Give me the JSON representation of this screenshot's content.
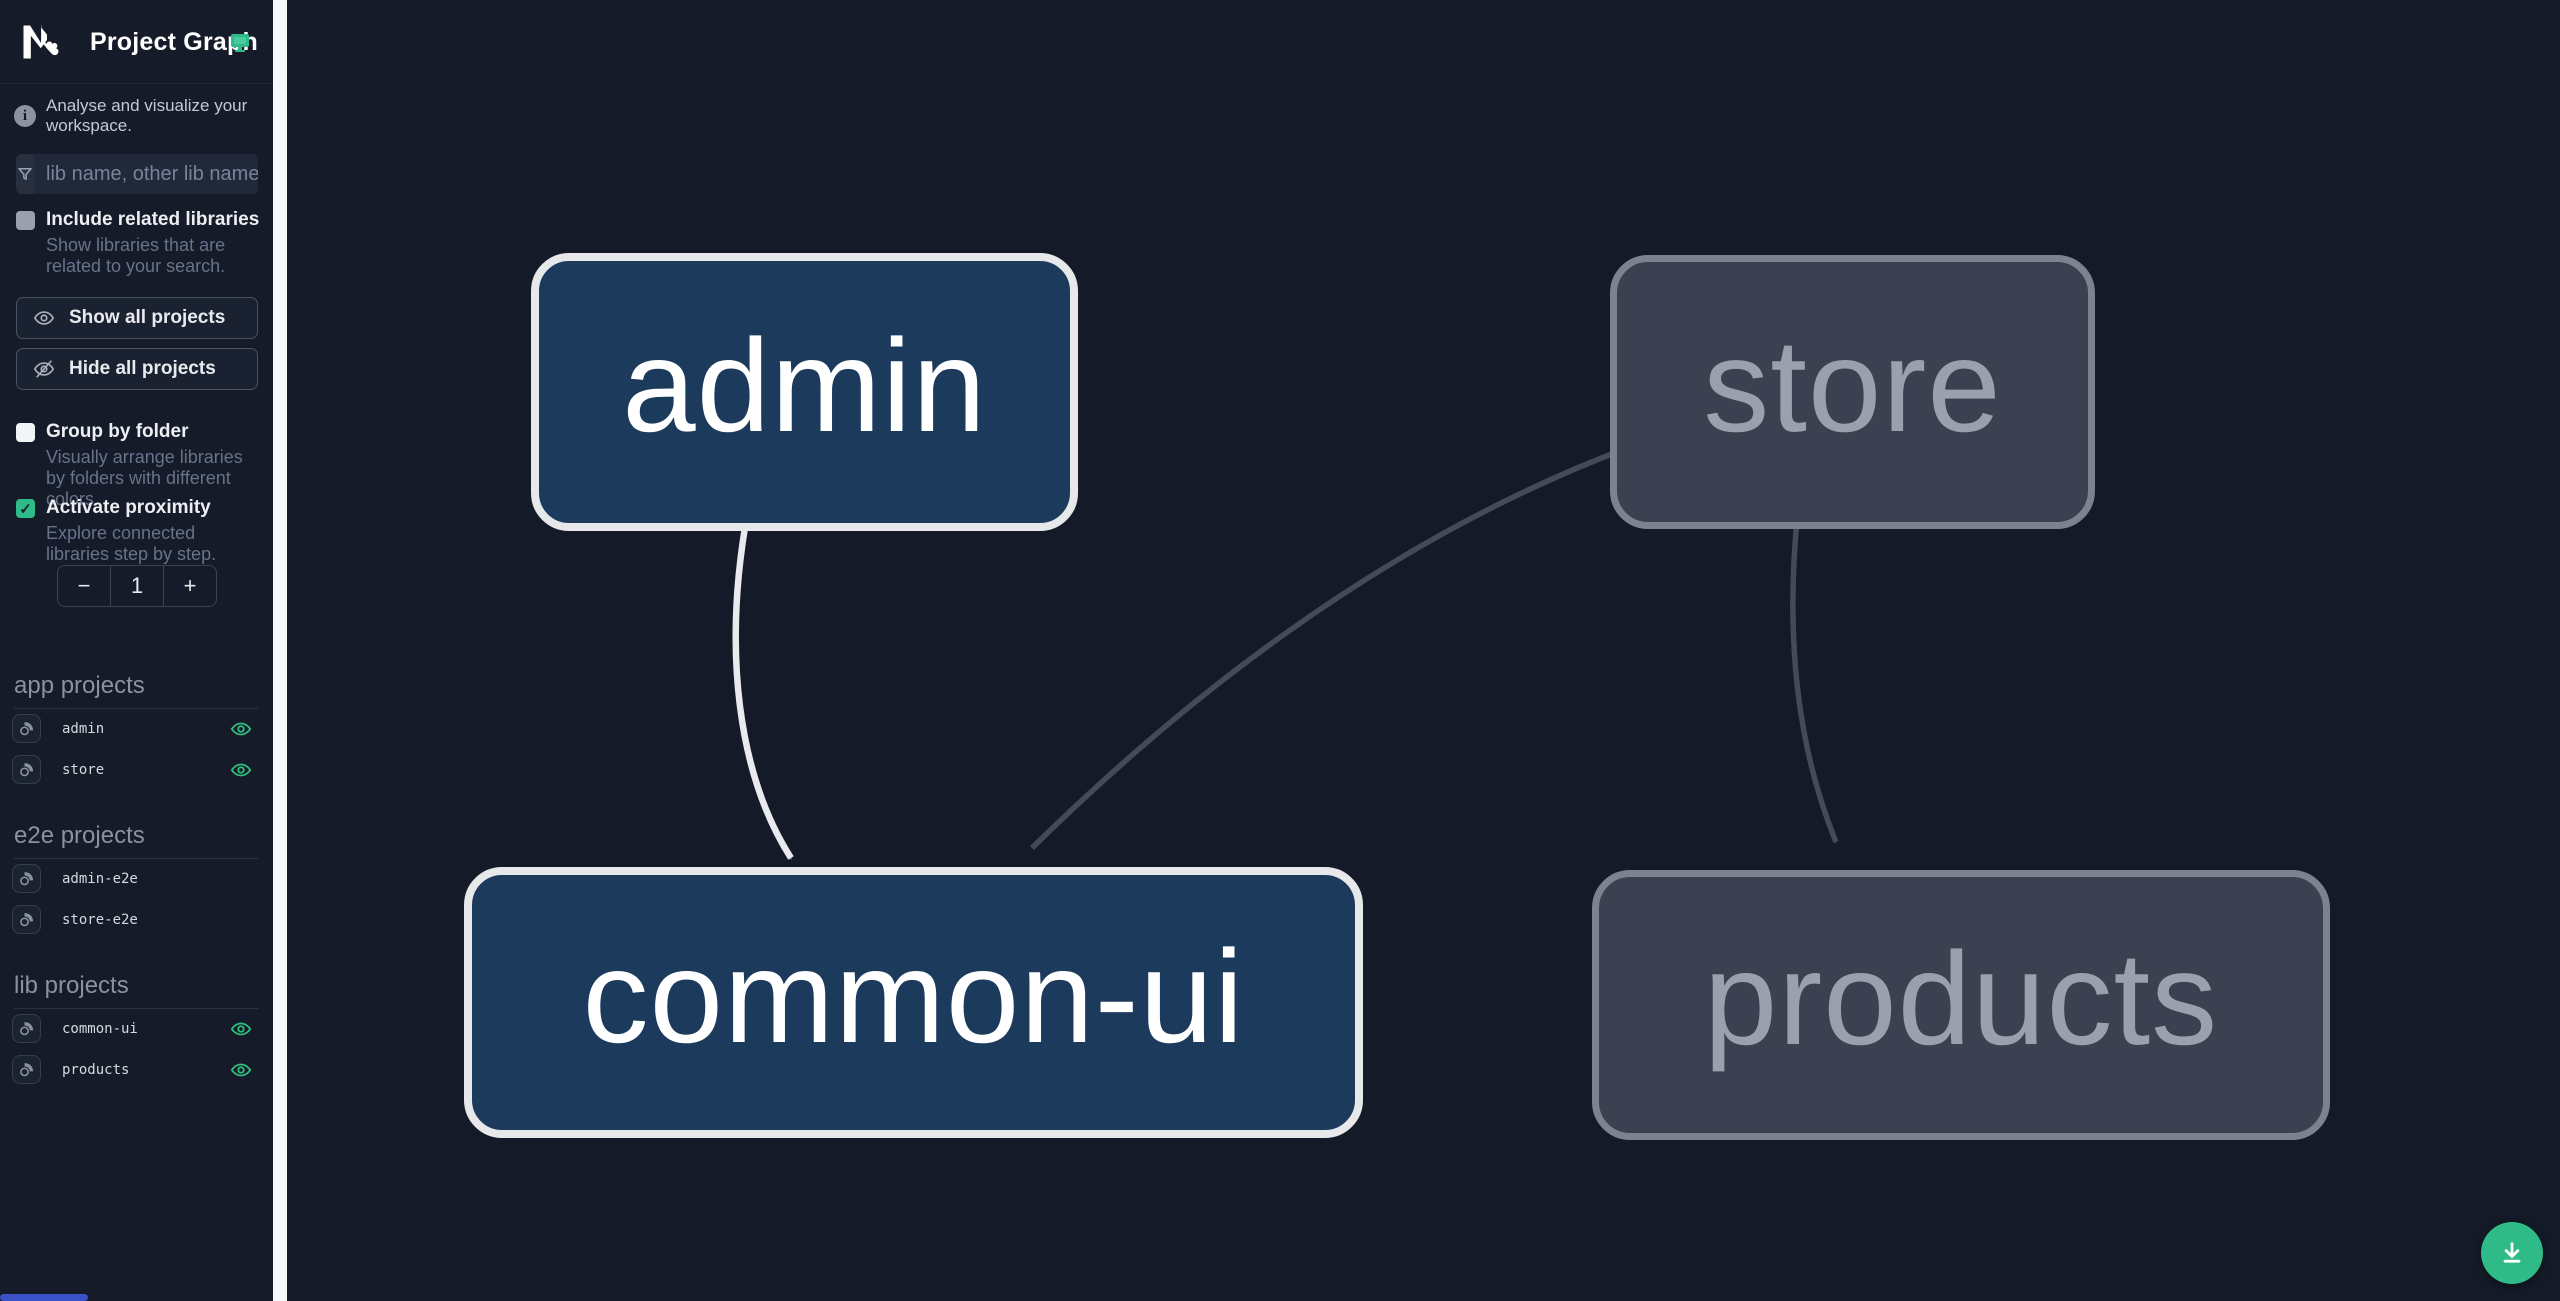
{
  "header": {
    "title": "Project Graph",
    "logo_name": "nx-logo",
    "icons": [
      "monitor-icon"
    ]
  },
  "intro": {
    "text": "Analyse and visualize your workspace."
  },
  "search": {
    "placeholder": "lib name, other lib name",
    "value": "",
    "icon": "funnel-icon"
  },
  "filters": {
    "include_related": {
      "label": "Include related libraries",
      "description": "Show libraries that are related to your search.",
      "checked": false
    },
    "show_all_label": "Show all projects",
    "hide_all_label": "Hide all projects",
    "group_by_folder": {
      "label": "Group by folder",
      "description": "Visually arrange libraries by folders with different colors.",
      "checked": false
    },
    "activate_proximity": {
      "label": "Activate proximity",
      "description": "Explore connected libraries step by step.",
      "checked": true,
      "checkmark": "✓"
    },
    "proximity_stepper": {
      "minus": "−",
      "value": "1",
      "plus": "+"
    }
  },
  "projects": {
    "app": {
      "heading": "app projects",
      "items": [
        {
          "name": "admin",
          "visible": true
        },
        {
          "name": "store",
          "visible": true
        }
      ]
    },
    "e2e": {
      "heading": "e2e projects",
      "items": [
        {
          "name": "admin-e2e",
          "visible": false
        },
        {
          "name": "store-e2e",
          "visible": false
        }
      ]
    },
    "lib": {
      "heading": "lib projects",
      "items": [
        {
          "name": "common-ui",
          "visible": true
        },
        {
          "name": "products",
          "visible": true
        }
      ]
    }
  },
  "graph": {
    "nodes": [
      {
        "label": "admin",
        "type": "app",
        "state": "focused"
      },
      {
        "label": "store",
        "type": "app",
        "state": "unfocused"
      },
      {
        "label": "common-ui",
        "type": "lib",
        "state": "focused"
      },
      {
        "label": "products",
        "type": "lib",
        "state": "unfocused"
      }
    ],
    "edges": [
      {
        "from": "admin",
        "to": "common-ui",
        "state": "highlighted"
      },
      {
        "from": "store",
        "to": "common-ui",
        "state": "dimmed"
      },
      {
        "from": "store",
        "to": "products",
        "state": "dimmed"
      }
    ]
  },
  "colors": {
    "accent_teal": "#2fbb87",
    "eye_green": "#2fbe7e",
    "node_focused_fill": "#1c3a5c",
    "node_focused_border": "#e6e8ea",
    "node_unfocused_fill": "#3b4150",
    "node_unfocused_border": "#7c828e",
    "edge_highlighted": "#e8eaed",
    "edge_dimmed": "#434a59",
    "canvas_bg": "#141a27",
    "sidebar_bg": "#151b28",
    "scrollbar_blue": "#3b51c9"
  }
}
